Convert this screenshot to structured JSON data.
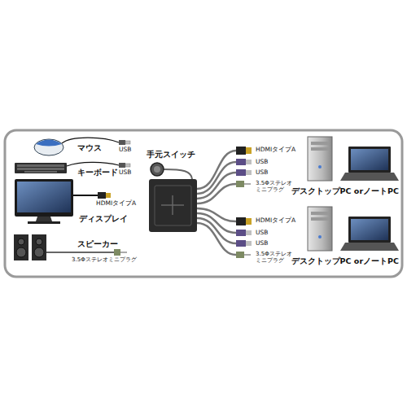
{
  "diagram": {
    "nodes": [
      {
        "text": [
          "マウス"
        ]
      },
      {
        "text": [
          "キーボード"
        ]
      },
      {
        "text": [
          "ディスプレイ"
        ]
      },
      {
        "text": [
          "スピーカー"
        ]
      },
      {
        "text": [
          "手元スイッチ"
        ]
      },
      {
        "text": [
          "デスクトップPC orノートPC"
        ]
      },
      {
        "text": [
          "デスクトップPC orノートPC"
        ]
      }
    ],
    "labels": [
      "USB",
      "USB",
      "HDMIタイプA",
      "3.5Φステレオミニプラグ",
      "HDMIタイプA",
      "USB",
      "USB",
      "3.5Φステレオ ミニプラグ",
      "HDMIタイプA",
      "USB",
      "USB",
      "3.5Φステレオ ミニプラグ"
    ]
  }
}
